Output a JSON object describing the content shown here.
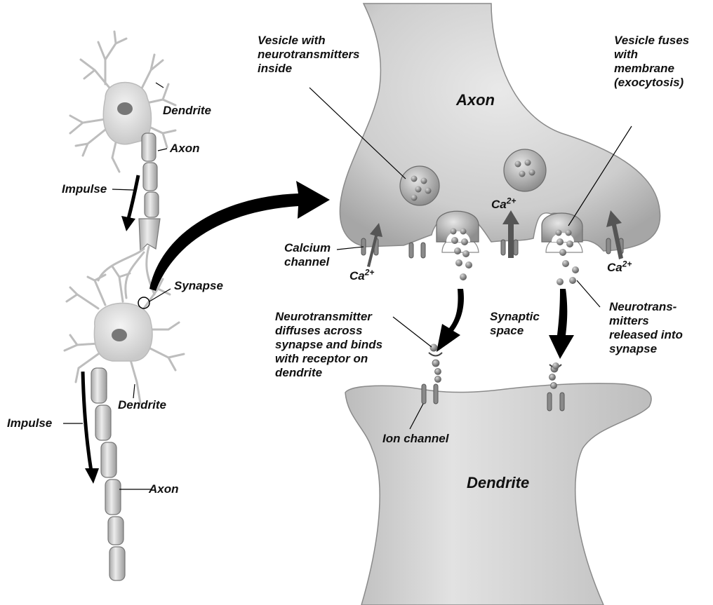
{
  "labels": {
    "dendrite_top": "Dendrite",
    "axon_top": "Axon",
    "impulse_top": "Impulse",
    "synapse": "Synapse",
    "dendrite_mid": "Dendrite",
    "impulse_bottom": "Impulse",
    "axon_bottom": "Axon",
    "vesicle_inside": [
      "Vesicle with",
      "neurotransmitters",
      "inside"
    ],
    "axon_big": "Axon",
    "vesicle_fuses": [
      "Vesicle fuses",
      "with",
      "membrane",
      "(exocytosis)"
    ],
    "calcium_channel": [
      "Calcium",
      "channel"
    ],
    "ca_base": "Ca",
    "ca_charge": "2+",
    "neurotransmitter_diffuses": [
      "Neurotransmitter",
      "diffuses across",
      "synapse and binds",
      "with receptor on",
      "dendrite"
    ],
    "synaptic_space": [
      "Synaptic",
      "space"
    ],
    "neurotransmitters_released": [
      "Neurotrans-",
      "mitters",
      "released into",
      "synapse"
    ],
    "ion_channel": "Ion channel",
    "dendrite_big": "Dendrite"
  },
  "colors": {
    "membrane_fill": "#cfcfcf",
    "membrane_shadow": "#a9a9a9",
    "molecule": "#8a8a8a",
    "arrow": "#000000",
    "channel": "#7a7a7a"
  }
}
